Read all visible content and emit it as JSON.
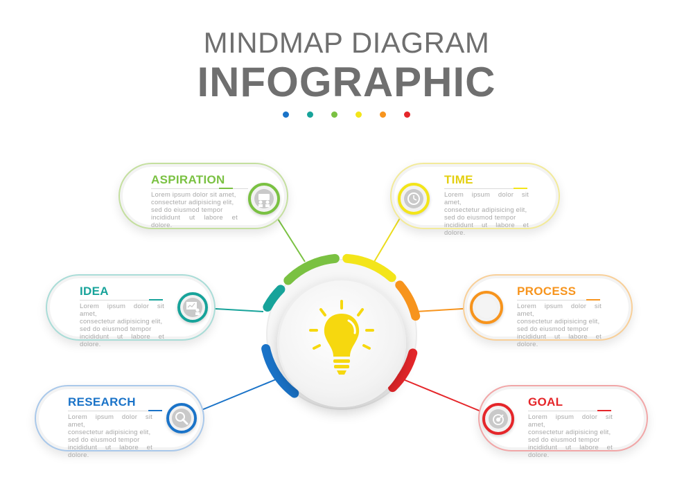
{
  "title_line1": "MINDMAP DIAGRAM",
  "title_line2": "INFOGRAPHIC",
  "dot_colors": [
    "#1a73c8",
    "#17a39a",
    "#7ac142",
    "#f3e51a",
    "#f7941d",
    "#e5262a"
  ],
  "center_icon": "lightbulb-icon",
  "placeholder_text": "Lorem ipsum dolor sit amet,\nconsectetur adipisicing elit,\nsed do eiusmod tempor\nincididunt ut labore et dolore.",
  "nodes": {
    "aspiration": {
      "title": "ASPIRATION",
      "color": "#7ac142",
      "icon": "teamwork-icon"
    },
    "idea": {
      "title": "IDEA",
      "color": "#17a39a",
      "icon": "presentation-icon"
    },
    "research": {
      "title": "RESEARCH",
      "color": "#1a73c8",
      "icon": "magnifier-icon"
    },
    "time": {
      "title": "TIME",
      "color": "#ebdc1c",
      "icon": "clock-icon"
    },
    "process": {
      "title": "PROCESS",
      "color": "#f7941d",
      "icon": "circle-icon"
    },
    "goal": {
      "title": "GOAL",
      "color": "#e5262a",
      "icon": "target-icon"
    }
  }
}
